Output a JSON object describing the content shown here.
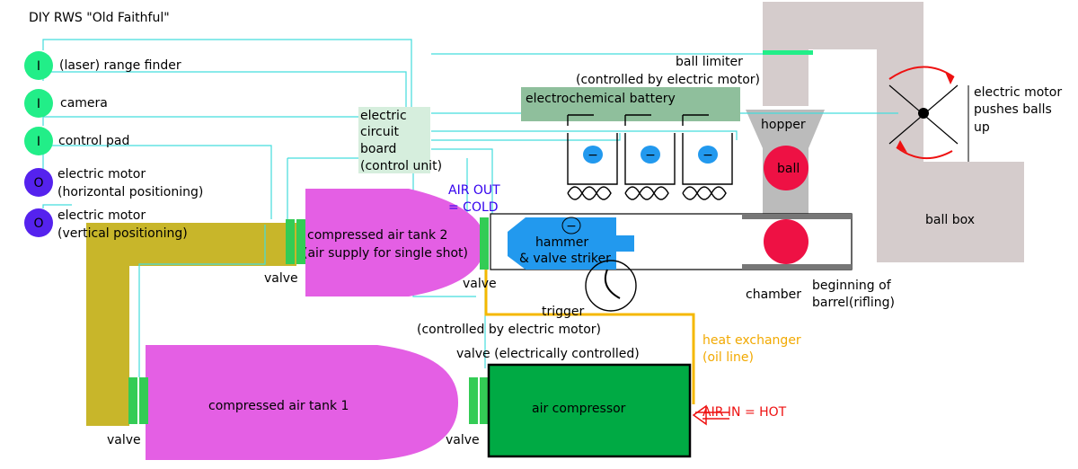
{
  "title": "DIY RWS \"Old Faithful\"",
  "colors": {
    "wire": "#44dddd",
    "airline": "#c8b62a",
    "tank": "#e45fe4",
    "valve": "#33cc55",
    "compressor": "#00aa44",
    "battery": "#8fbf9c",
    "board": "#d6eedd",
    "hopper": "#bbbbbb",
    "box": "#d5cccc",
    "ball": "#ee1144",
    "hammer": "#2299ee",
    "oil": "#f5b800",
    "indicator_in": "#22ee88",
    "indicator_out": "#5522ee",
    "hot": "#ee1111"
  },
  "icons": {
    "input_glyph": "I",
    "output_glyph": "O",
    "minus_glyph": "−",
    "rotation": "circular-arrows-icon"
  },
  "legend": [
    {
      "glyph": "I",
      "label": "(laser) range finder"
    },
    {
      "glyph": "I",
      "label": "camera"
    },
    {
      "glyph": "I",
      "label": "control pad"
    },
    {
      "glyph": "O",
      "label1": "electric motor",
      "label2": "(horizontal positioning)"
    },
    {
      "glyph": "O",
      "label1": "electric motor",
      "label2": "(vertical positioning)"
    }
  ],
  "board": {
    "line1": "electric",
    "line2": "circuit",
    "line3": "board",
    "line4": "(control unit)"
  },
  "battery": {
    "label": "electrochemical battery"
  },
  "limiter": {
    "line1": "ball limiter",
    "line2": "(controlled by electric motor)"
  },
  "hopper": {
    "label": "hopper"
  },
  "ball": {
    "label": "ball"
  },
  "motor": {
    "line1": "electric motor",
    "line2": "pushes balls",
    "line3": "up"
  },
  "ballbox": {
    "label": "ball box"
  },
  "air_out": {
    "line1": "AIR OUT",
    "line2": "= COLD"
  },
  "tank2": {
    "line1": "compressed air tank 2",
    "line2": "(air supply for single shot)"
  },
  "hammer": {
    "line1": "hammer",
    "line2": "& valve striker"
  },
  "labels": {
    "valve": "valve",
    "chamber": "chamber",
    "barrel1": "beginning of",
    "barrel2": "barrel(rifling)",
    "trigger1": "trigger",
    "trigger2": "(controlled by electric motor)",
    "valve_elec": "valve (electrically controlled)"
  },
  "heat": {
    "line1": "heat exchanger",
    "line2": "(oil line)"
  },
  "tank1": {
    "label": "compressed air tank 1"
  },
  "compressor": {
    "label": "air compressor"
  },
  "air_in": {
    "air": "AIR",
    "rest": " IN = HOT"
  }
}
